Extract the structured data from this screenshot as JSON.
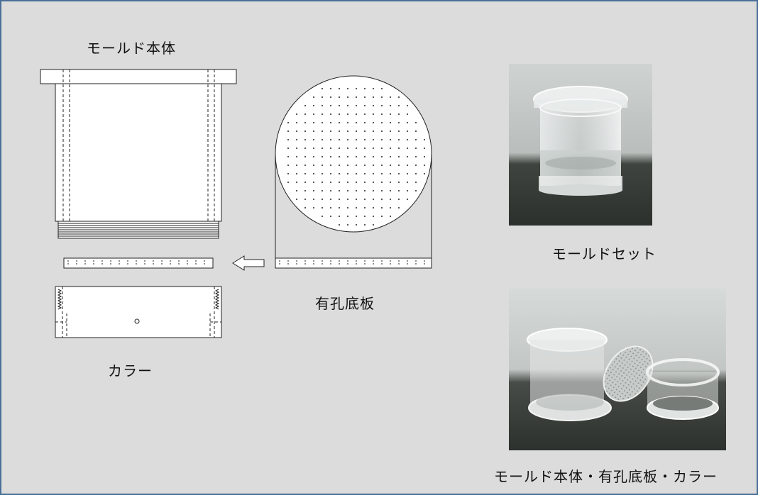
{
  "labels": {
    "mold_body": "モールド本体",
    "collar": "カラー",
    "perforated_plate": "有孔底板",
    "mold_set": "モールドセット",
    "mold_parts": "モールド本体・有孔底板・カラー"
  },
  "colors": {
    "frame_border": "#4a6f97",
    "background": "#dcdcdc",
    "drawing_line": "#222222"
  },
  "icons": {
    "assembly_arrow": "left-arrow-icon"
  }
}
